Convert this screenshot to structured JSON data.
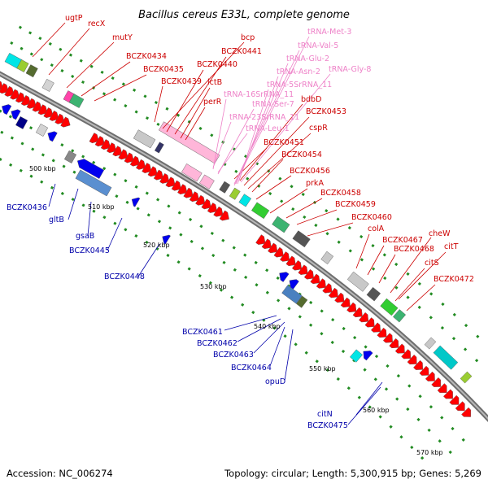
{
  "title": "Bacillus cereus E33L, complete genome",
  "footer": {
    "accession": "Accession: NC_006274",
    "summary": "Topology: circular; Length: 5,300,915 bp; Genes: 5,269"
  },
  "colors": {
    "forward": "#ff0000",
    "reverse": "#0000ee",
    "rna": "#ff99cc",
    "backbone": "#888888",
    "tick": "#228b22"
  },
  "kbp_ticks": [
    "500 kbp",
    "510 kbp",
    "520 kbp",
    "530 kbp",
    "540 kbp",
    "550 kbp",
    "560 kbp",
    "570 kbp"
  ],
  "labels_top": [
    "ugtP",
    "recX",
    "mutY",
    "BCZK0434",
    "BCZK0435",
    "BCZK0439",
    "bcp",
    "BCZK0440",
    "BCZK0441",
    "lctB",
    "perR",
    "bdbD",
    "BCZK0453",
    "cspR",
    "BCZK0451",
    "BCZK0454",
    "BCZK0456",
    "prkA",
    "BCZK0458",
    "BCZK0459",
    "BCZK0460",
    "colA",
    "BCZK0467",
    "BCZK0468",
    "cheW",
    "citT",
    "citS",
    "BCZK0472"
  ],
  "labels_rna": [
    "tRNA-Met-3",
    "tRNA-Val-5",
    "tRNA-Glu-2",
    "tRNA-Asn-2",
    "tRNA-Gly-8",
    "tRNA-5SrRNA_11",
    "tRNA-16SrRNA_11",
    "tRNA-Ser-7",
    "tRNA-23SrRNA_11",
    "tRNA-Leu-1"
  ],
  "labels_bottom": [
    "BCZK0436",
    "gltB",
    "gsaB",
    "BCZK0445",
    "BCZK0448",
    "BCZK0461",
    "BCZK0462",
    "BCZK0463",
    "BCZK0464",
    "opuD",
    "citN",
    "BCZK0475"
  ]
}
